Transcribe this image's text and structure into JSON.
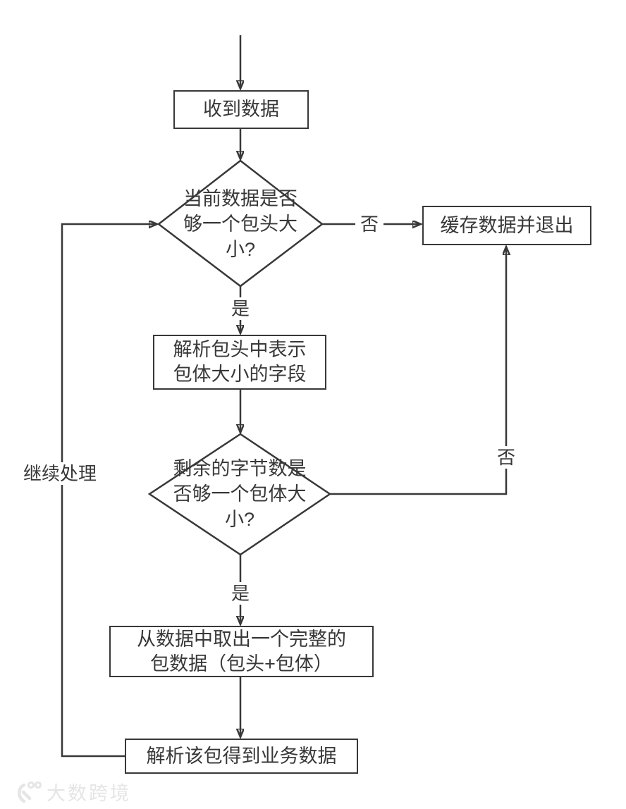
{
  "flowchart": {
    "nodes": {
      "receive": {
        "label": "收到数据"
      },
      "header_check": {
        "label": "当前数据是否\n够一个包头大\n小?"
      },
      "cache_exit": {
        "label": "缓存数据并退出"
      },
      "parse_header": {
        "label": "解析包头中表示\n包体大小的字段"
      },
      "body_check": {
        "label": "剩余的字节数是\n否够一个包体大\n小?"
      },
      "extract_packet": {
        "label": "从数据中取出一个完整的\n包数据（包头+包体）"
      },
      "parse_packet": {
        "label": "解析该包得到业务数据"
      }
    },
    "edge_labels": {
      "header_check_no": "否",
      "header_check_yes": "是",
      "body_check_no": "否",
      "body_check_yes": "是",
      "loop_back": "继续处理"
    },
    "colors": {
      "stroke": "#383838",
      "node_fill": "#ffffff",
      "watermark": "#e5e5e5"
    }
  },
  "watermark": {
    "brand": "大数跨境"
  }
}
